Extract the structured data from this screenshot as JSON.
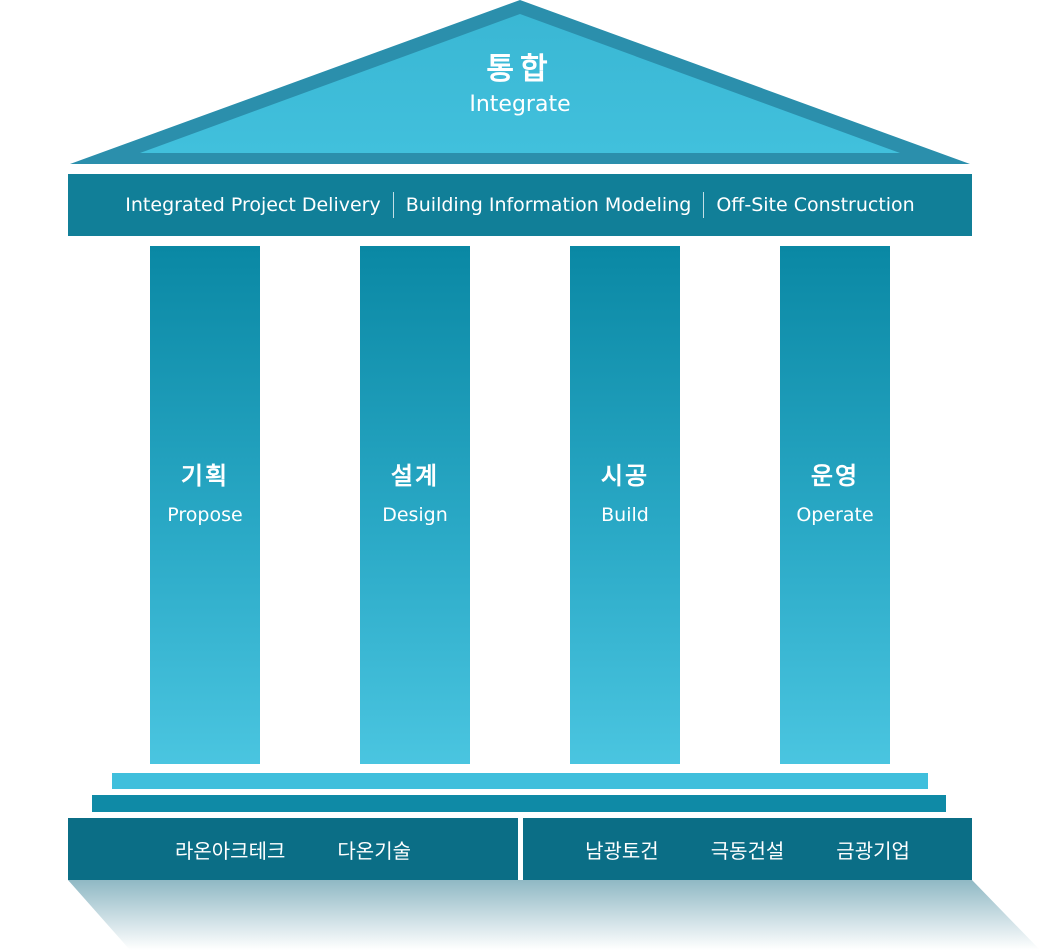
{
  "roof": {
    "title_ko": "통합",
    "title_en": "Integrate",
    "colors": {
      "outer": "#2b8fac",
      "inner": "#3dbbd8"
    }
  },
  "beam": {
    "items": [
      "Integrated Project Delivery",
      "Building Information Modeling",
      "Off-Site Construction"
    ],
    "color": "#117f98"
  },
  "pillars": [
    {
      "ko": "기획",
      "en": "Propose"
    },
    {
      "ko": "설계",
      "en": "Design"
    },
    {
      "ko": "시공",
      "en": "Build"
    },
    {
      "ko": "운영",
      "en": "Operate"
    }
  ],
  "base": {
    "left_companies": [
      "라온아크테크",
      "다온기술"
    ],
    "right_companies": [
      "남광토건",
      "극동건설",
      "금광기업"
    ],
    "color": "#0b6e86"
  },
  "steps": {
    "top_color": "#40bfdc",
    "bottom_color": "#0f8aa6"
  }
}
